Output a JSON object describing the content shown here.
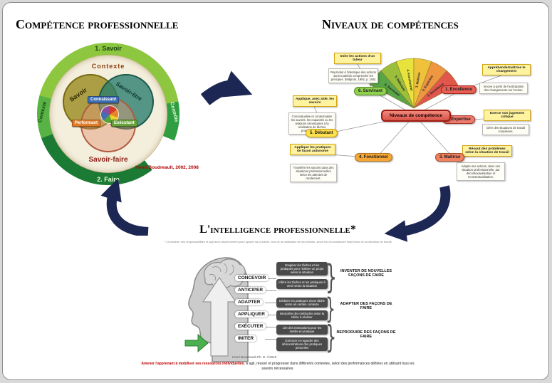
{
  "left": {
    "title": "Compétence professionnelle",
    "ring": {
      "top": "1. Savoir",
      "bottom": "2. Faire",
      "left": "Contexte",
      "right": "Contrôle"
    },
    "inner_top": "Contexte",
    "circles": {
      "savoir": "Savoir",
      "savoir_etre": "Savoir-être",
      "savoir_faire": "Savoir-faire"
    },
    "overlaps": {
      "connaissant": "Connaissant",
      "performant": "Performant",
      "executant": "Exécutant"
    },
    "attribution": "Henri Boudreault, 2002, 2008"
  },
  "right": {
    "title": "Niveaux de compétences",
    "center": "Niveaux de compétence",
    "fan_labels": [
      "6. Survivant",
      "5. Débutant",
      "4. Fonctionnel",
      "3. Maîtrise",
      "2. Expertise",
      "1. Excellence"
    ],
    "levels": [
      {
        "label": "6. Survivant",
        "sticky": "Imite les actions d'un tuteur",
        "note": "Reproduit à l'identique des actions sans toutefois comprendre les principes. (Milgrom, 1992, p. 156)"
      },
      {
        "label": "5. Débutant",
        "sticky": "Applique, avec aide, les savoirs",
        "note": "Conceptualise et contextualise les savoirs, les capacités ou les relations nécessaires à la réalisation de tâches professionnelles"
      },
      {
        "label": "4. Fonctionnel",
        "sticky": "Applique les pratiques de façon autonome",
        "note": "Transfère les savoirs dans des situations professionnelles selon les attentes de rendement."
      },
      {
        "label": "3. Maîtrise",
        "sticky": "Résout des problèmes selon la situation de travail",
        "note": "Adapte ses actions, dans une situation professionnelle, par décontextualisation et recontextualisation."
      },
      {
        "label": "2. Expertise",
        "sticky": "Exerce son jugement critique",
        "note": "Gère des situations de travail complexes."
      },
      {
        "label": "1. Excellence",
        "sticky": "Appréhende/maîtrise le changement",
        "note": "Innove à partir de l'anticipation des changements sur l'action."
      }
    ]
  },
  "bottom": {
    "title": "L'intelligence professionnelle*",
    "footnote": "* Considérer ses responsabilités et agir avec discernement pour ajuster sa conduite, lors de la réalisation de ses tâches, selon les circonstances imprévues de sa situation de travail",
    "levels": [
      "Concevoir",
      "Anticiper",
      "Adapter",
      "Appliquer",
      "Exécuter",
      "Imiter"
    ],
    "callouts": [
      "Imaginer les tâches et les pratiques pour réaliser un projet selon la situation",
      "Infère les tâches et les pratiques à venir selon la situation",
      "Déduire les pratiques d'une tâche selon un certain contexte",
      "Interprète des méthodes selon la tâche à réaliser",
      "Lire des instructions pour les mettre en pratique",
      "Exécuter et regarder des démonstrations des pratiques prescrites"
    ],
    "groups": [
      "Inventer de nouvelles façons de faire",
      "Adapter des façons de faire",
      "Reproduire des façons de faire"
    ],
    "attribution": "Henri Boudreault Ph. D. ©2018",
    "caption_highlight": "Amener l'apprenant à mobiliser ses ressources individuelles",
    "caption_rest": ", à agir, réussir et progresser dans différents contextes, selon des performances définies en utilisant tous les savoirs nécessaires."
  },
  "colors": {
    "arrow_navy": "#1d2753",
    "ring_light_green": "#8dc63f",
    "ring_dark_green": "#1b7a33",
    "center_node_red": "#d9534a",
    "sticky_yellow": "#fff3a0",
    "survivant_green": "#90d150",
    "debutant_yellow": "#ffe14d",
    "fonctionnel_orange": "#f5a638",
    "maitrise_salmon": "#f08262",
    "expertise_red": "#ee7b6e",
    "excellence_red": "#e86055",
    "callout_gray": "#4a4a4a",
    "caption_red": "#c00000",
    "green_arrow": "#4caf50"
  }
}
